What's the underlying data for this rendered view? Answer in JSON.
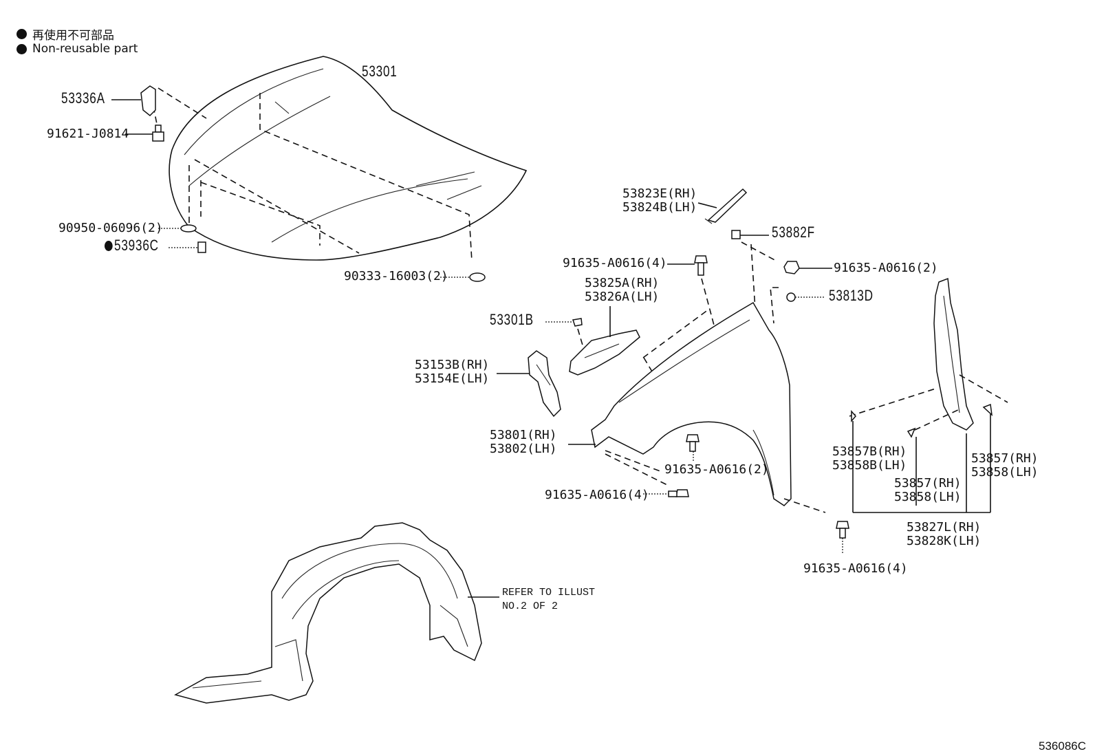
{
  "legend": [
    {
      "text": "再使用不可部品"
    },
    {
      "text": "Non-reusable part"
    }
  ],
  "labels": {
    "hood": "53301",
    "hood_hinge": "53336A",
    "bolt_hinge": "91621-J0814",
    "grommet": "90950-06096(2)",
    "cushion": "53936C",
    "hood_cushion": "90333-16003(2)",
    "fender_protector_rh": "53823E(RH)",
    "fender_protector_lh": "53824B(LH)",
    "retainer": "53882F",
    "bolt_top_left": "91635-A0616(4)",
    "bolt_top_right": "91635-A0616(2)",
    "bracket_rh": "53825A(RH)",
    "bracket_lh": "53826A(LH)",
    "clip_53813d": "53813D",
    "clip_53301b": "53301B",
    "seal_rh": "53153B(RH)",
    "seal_lh": "53154E(LH)",
    "fender_rh": "53801(RH)",
    "fender_lh": "53802(LH)",
    "bolt_mid": "91635-A0616(2)",
    "bolt_lower": "91635-A0616(4)",
    "bolt_bottom": "91635-A0616(4)",
    "seal_b_rh": "53857B(RH)",
    "seal_b_lh": "53858B(LH)",
    "seal_c_rh": "53857(RH)",
    "seal_c_lh": "53858(LH)",
    "seal_d_rh": "53857(RH)",
    "seal_d_lh": "53858(LH)",
    "seal_set_rh": "53827L(RH)",
    "seal_set_lh": "53828K(LH)",
    "refer_line1": "REFER TO ILLUST",
    "refer_line2": "NO.2 OF 2"
  },
  "figure_id": "536086C"
}
